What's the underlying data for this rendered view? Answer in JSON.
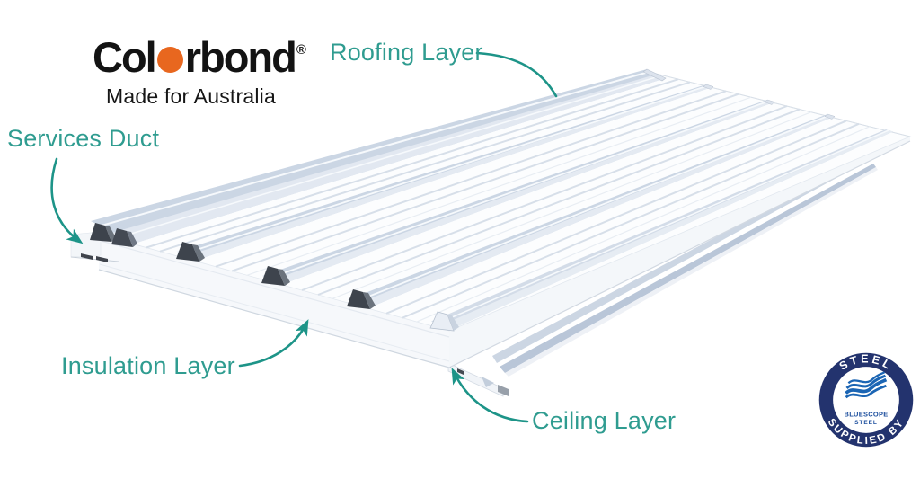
{
  "logo": {
    "word_prefix": "Col",
    "word_suffix": "rbond",
    "registered_mark": "®",
    "tagline": "Made for Australia",
    "brand_orange": "#E8671F",
    "brand_black": "#131313"
  },
  "callouts": {
    "roofing": "Roofing Layer",
    "services": "Services Duct",
    "insulation": "Insulation Layer",
    "ceiling": "Ceiling Layer",
    "text_color": "#2F9C90",
    "arrow_color": "#1D9488"
  },
  "badge": {
    "arc_top": "STEEL",
    "arc_bottom": "SUPPLIED BY",
    "center_line1": "BLUESCOPE",
    "center_line2": "STEEL",
    "ring_navy": "#23336E",
    "wave_blue": "#1B65B4",
    "center_text_blue": "#1D4F9E"
  },
  "illustration": {
    "name": "insulated-roof-panel-3d-render",
    "panel_white": "#FBFCFE",
    "rib_gray_blue": "#CBD6E4",
    "rib_cap_dark": "#3E444D"
  }
}
